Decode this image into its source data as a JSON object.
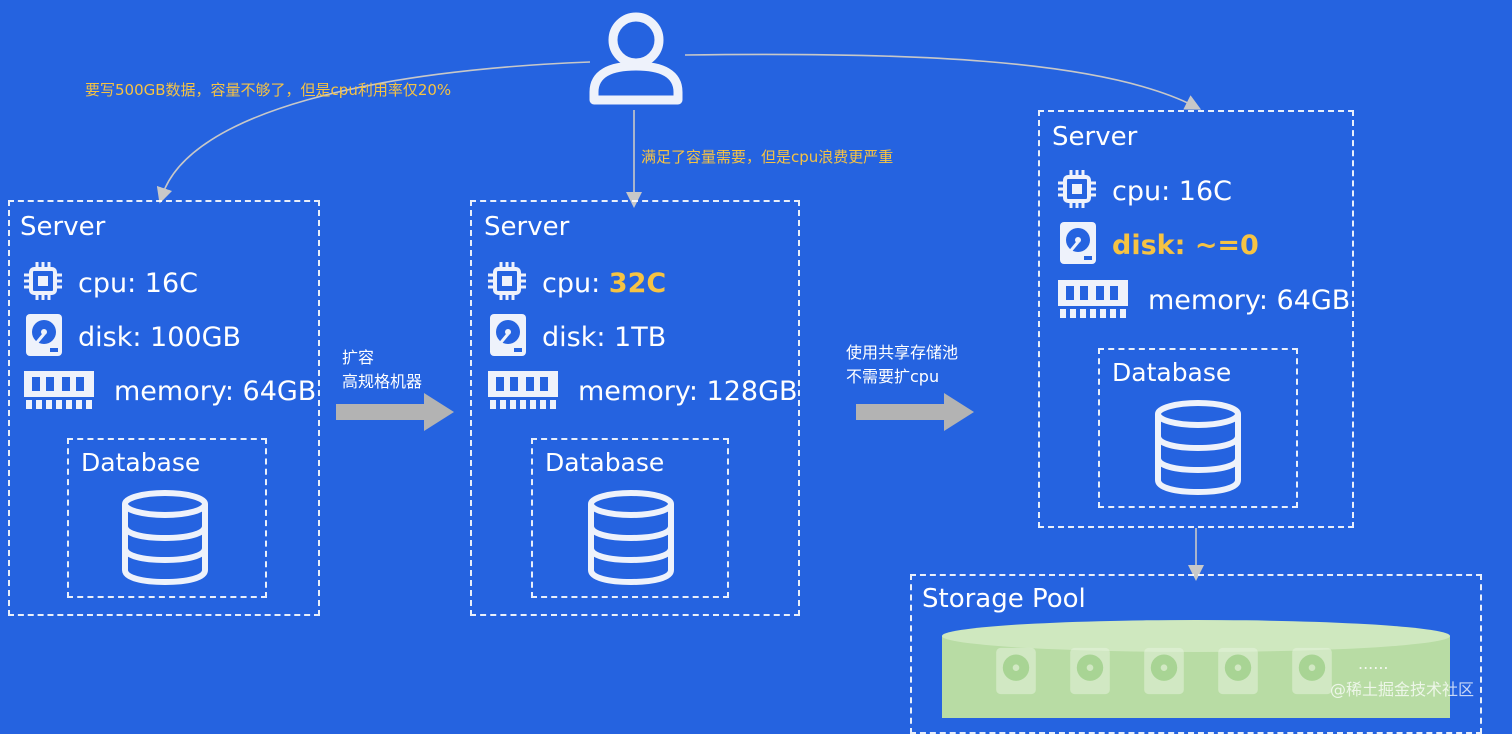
{
  "user": {
    "icon": "user-icon"
  },
  "notes": {
    "left": "要写500GB数据，容量不够了，但是cpu利用率仅20%",
    "middle": "满足了容量需要，但是cpu浪费更严重"
  },
  "transitions": {
    "scale_up": [
      "扩容",
      "高规格机器"
    ],
    "shared_pool": [
      "使用共享存储池",
      "不需要扩cpu"
    ]
  },
  "servers": [
    {
      "title": "Server",
      "cpu": {
        "label": "cpu: ",
        "value": "16C",
        "highlight": false
      },
      "disk": {
        "label": "disk: ",
        "value": "100GB",
        "highlight": false
      },
      "memory": {
        "label": "memory: ",
        "value": "64GB",
        "highlight": false
      },
      "database": "Database"
    },
    {
      "title": "Server",
      "cpu": {
        "label": "cpu: ",
        "value": "32C",
        "highlight": true
      },
      "disk": {
        "label": "disk: ",
        "value": "1TB",
        "highlight": false
      },
      "memory": {
        "label": "memory: ",
        "value": "128GB",
        "highlight": false
      },
      "database": "Database"
    },
    {
      "title": "Server",
      "cpu": {
        "label": "cpu: ",
        "value": "16C",
        "highlight": false
      },
      "disk": {
        "label": "disk: ",
        "value": "~=0",
        "highlight": true
      },
      "memory": {
        "label": "memory: ",
        "value": "64GB",
        "highlight": false
      },
      "database": "Database"
    }
  ],
  "storage_pool": {
    "title": "Storage Pool",
    "ellipsis": "......"
  },
  "watermark": "@稀土掘金技术社区",
  "colors": {
    "background": "#2563e0",
    "highlight": "#f6c343",
    "pool_fill": "#b8dca4",
    "arrow_gray": "#b3b3b3"
  }
}
